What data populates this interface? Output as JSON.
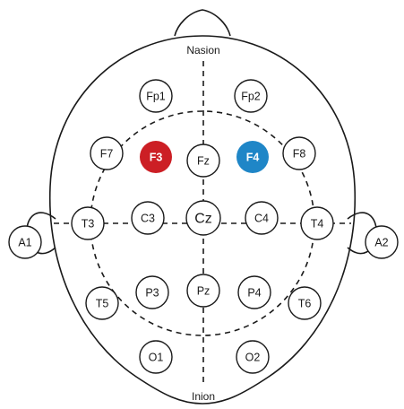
{
  "landmarks": {
    "nasion": "Nasion",
    "inion": "Inion"
  },
  "colors": {
    "outline": "#1a1a1a",
    "F3_fill": "#cc1f25",
    "F4_fill": "#1f86c7"
  },
  "electrodes": {
    "Fp1": "Fp1",
    "Fp2": "Fp2",
    "F7": "F7",
    "F3": "F3",
    "Fz": "Fz",
    "F4": "F4",
    "F8": "F8",
    "A1": "A1",
    "T3": "T3",
    "C3": "C3",
    "Cz": "Cz",
    "C4": "C4",
    "T4": "T4",
    "A2": "A2",
    "T5": "T5",
    "P3": "P3",
    "Pz": "Pz",
    "P4": "P4",
    "T6": "T6",
    "O1": "O1",
    "O2": "O2"
  }
}
